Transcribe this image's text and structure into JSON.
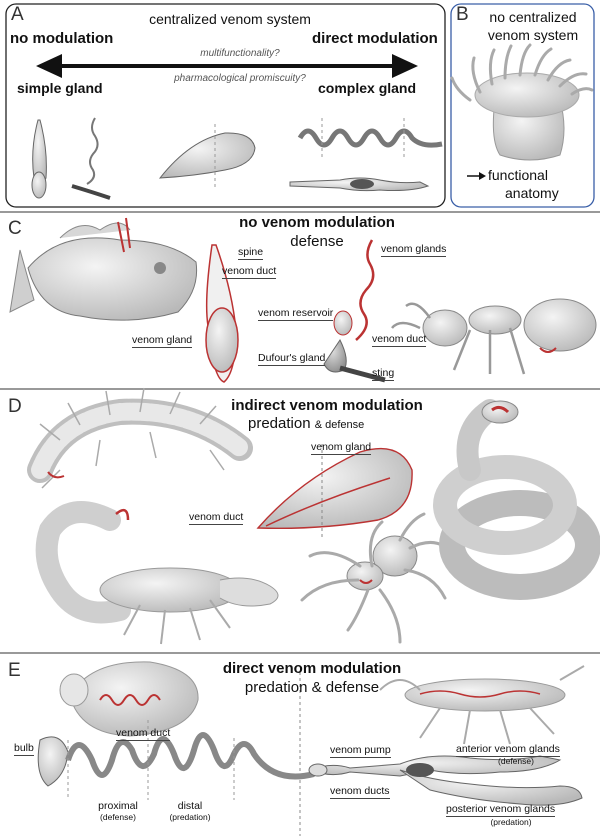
{
  "panelA": {
    "letter": "A",
    "title": "centralized venom system",
    "left_label": "no modulation",
    "right_label": "direct modulation",
    "arrow_top": "multifunctionality?",
    "arrow_bottom": "pharmacological promiscuity?",
    "left_sub": "simple gland",
    "right_sub": "complex gland"
  },
  "panelB": {
    "letter": "B",
    "title_line1": "no centralized",
    "title_line2": "venom system",
    "note_line1": "functional",
    "note_line2": "anatomy"
  },
  "panelC": {
    "letter": "C",
    "title": "no venom modulation",
    "subtitle": "defense",
    "labels": {
      "spine": "spine",
      "venom_duct": "venom duct",
      "venom_gland": "venom gland",
      "venom_glands": "venom glands",
      "venom_reservoir": "venom reservoir",
      "venom_duct2": "venom duct",
      "dufours_gland": "Dufour's gland",
      "sting": "sting"
    }
  },
  "panelD": {
    "letter": "D",
    "title": "indirect venom modulation",
    "subtitle_main": "predation",
    "subtitle_small": "& defense",
    "labels": {
      "venom_gland": "venom gland",
      "venom_duct": "venom duct"
    }
  },
  "panelE": {
    "letter": "E",
    "title": "direct venom modulation",
    "subtitle": "predation & defense",
    "labels": {
      "venom_duct": "venom duct",
      "bulb": "bulb",
      "proximal": "proximal",
      "proximal_note": "(defense)",
      "distal": "distal",
      "distal_note": "(predation)",
      "venom_pump": "venom pump",
      "venom_ducts": "venom ducts",
      "anterior_glands": "anterior venom glands",
      "anterior_note": "(defense)",
      "posterior_glands": "posterior venom glands",
      "posterior_note": "(predation)"
    }
  }
}
